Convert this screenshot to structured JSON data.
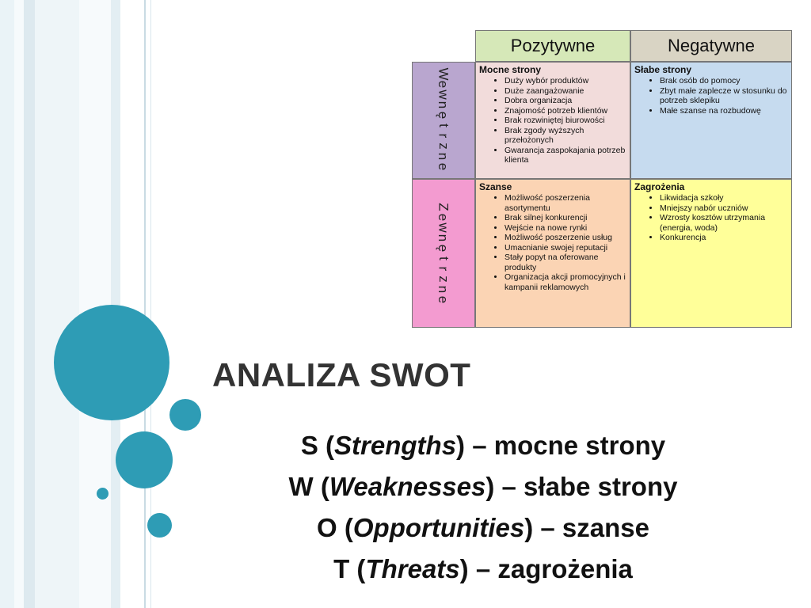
{
  "slide": {
    "title": "ANALIZA SWOT",
    "lines": [
      {
        "letter": "S (",
        "term": "Strengths",
        "rest": ") – mocne strony"
      },
      {
        "letter": "W (",
        "term": "Weaknesses",
        "rest": ") – słabe strony"
      },
      {
        "letter": "O (",
        "term": "Opportunities",
        "rest": ") – szanse"
      },
      {
        "letter": "T (",
        "term": "Threats",
        "rest": ") – zagrożenia"
      }
    ]
  },
  "matrix": {
    "col_positive": "Pozytywne",
    "col_negative": "Negatywne",
    "row_internal": "Wewnętrzne",
    "row_external": "Zewnętrzne",
    "strengths": {
      "title": "Mocne strony",
      "items": [
        "Duży wybór produktów",
        "Duże zaangażowanie",
        "Dobra organizacja",
        "Znajomość potrzeb klientów",
        "Brak rozwiniętej biurowości",
        "Brak zgody wyższych przełożonych",
        "Gwarancja zaspokajania potrzeb klienta"
      ]
    },
    "weaknesses": {
      "title": "Słabe strony",
      "items": [
        "Brak osób do pomocy",
        "Zbyt małe zaplecze w stosunku do potrzeb sklepiku",
        "Małe szanse na rozbudowę"
      ]
    },
    "opportunities": {
      "title": "Szanse",
      "items": [
        "Możliwość poszerzenia asortymentu",
        "Brak silnej konkurencji",
        "Wejście na nowe rynki",
        "Możliwość poszerzenie usług",
        "Umacnianie swojej reputacji",
        "Stały popyt na oferowane produkty",
        "Organizacja akcji promocyjnych i kampanii reklamowych"
      ]
    },
    "threats": {
      "title": "Zagrożenia",
      "items": [
        "Likwidacja szkoły",
        "Mniejszy nabór uczniów",
        "Wzrosty kosztów utrzymania (energia, woda)",
        "Konkurencja"
      ]
    }
  },
  "colors": {
    "accent": "#2e9cb5"
  }
}
